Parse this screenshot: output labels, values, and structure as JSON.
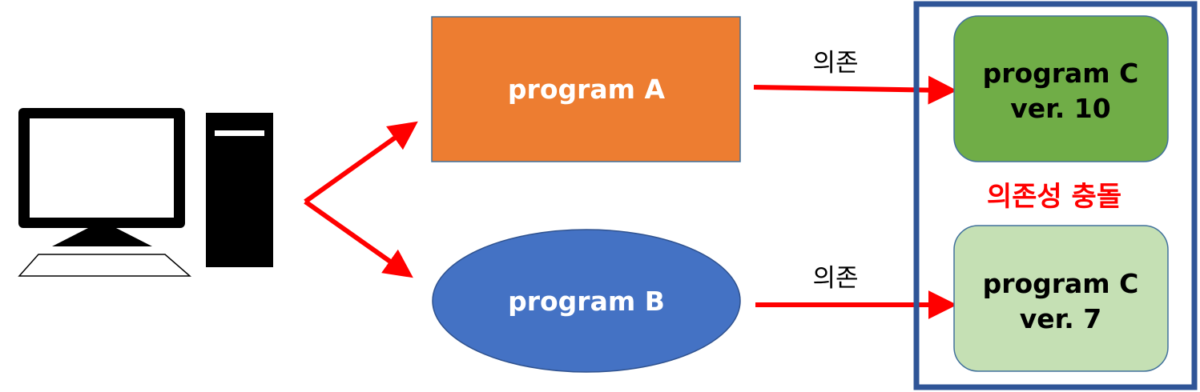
{
  "nodes": {
    "program_a": {
      "label": "program A",
      "fill": "#ED7D31"
    },
    "program_b": {
      "label": "program B",
      "fill": "#4472C4"
    },
    "program_c10": {
      "line1": "program C",
      "line2": "ver. 10",
      "fill": "#70AD47"
    },
    "program_c7": {
      "line1": "program C",
      "line2": "ver. 7",
      "fill": "#C5E0B4"
    }
  },
  "edges": {
    "a_to_c10_label": "의존",
    "b_to_c7_label": "의존"
  },
  "conflict": {
    "label": "의존성 충돌",
    "color": "#FF0000",
    "frame_color": "#2F5597"
  },
  "colors": {
    "arrow": "#FF0000",
    "computer": "#000000"
  },
  "icons": {
    "computer": "desktop-computer-icon"
  }
}
